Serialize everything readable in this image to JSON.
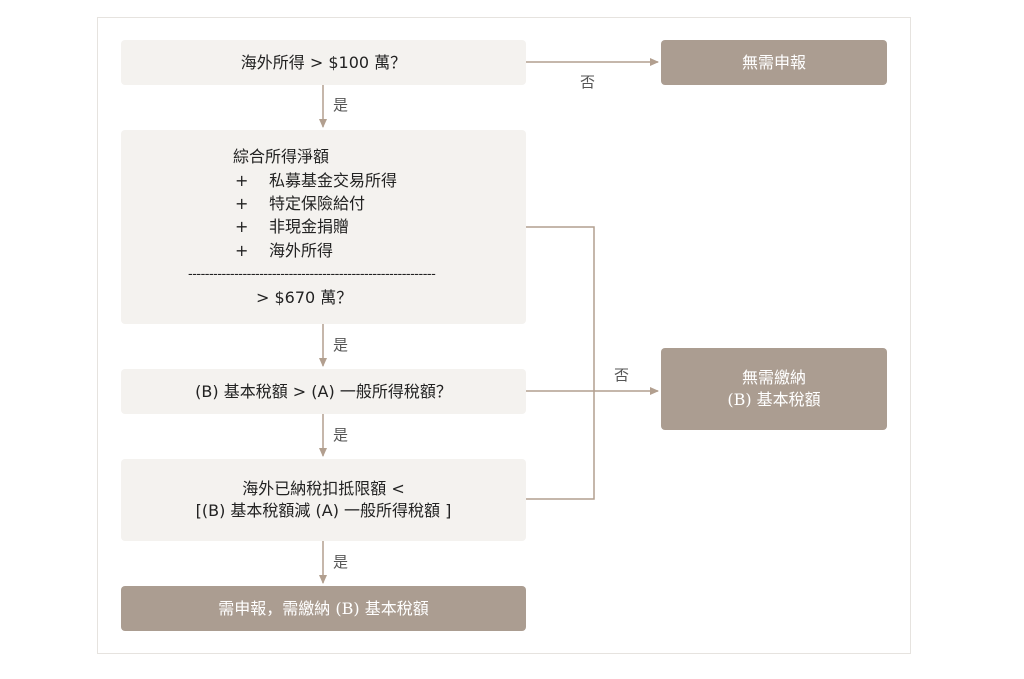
{
  "flow": {
    "q1": "海外所得 > $100 萬？",
    "out_no_report": "無需申報",
    "q2": {
      "head": "綜合所得淨額",
      "plus": "+",
      "items": [
        "私募基金交易所得",
        "特定保險給付",
        "非現金捐贈",
        "海外所得"
      ],
      "divider": "-----------------------------------------------------------",
      "tail": "> $670 萬？"
    },
    "q3": "(B) 基本稅額 > (A) 一般所得稅額？",
    "q4": {
      "line1": "海外已納稅扣抵限額 <",
      "line2": "[(B) 基本稅額減 (A) 一般所得稅額 ]"
    },
    "out_no_pay": {
      "line1": "無需繳納",
      "line2": "(B) 基本稅額"
    },
    "result": "需申報，需繳納 (B) 基本稅額",
    "yes": "是",
    "no": "否"
  },
  "colors": {
    "light_box": "#f4f2ef",
    "dark_box": "#ab9d91",
    "line": "#b29f8f"
  }
}
